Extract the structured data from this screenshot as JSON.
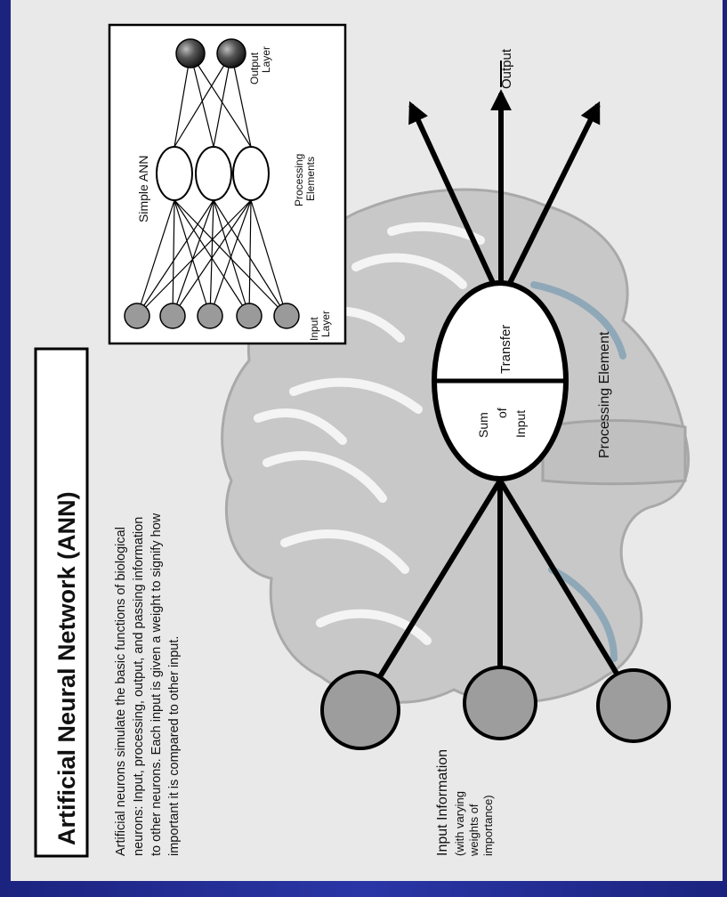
{
  "title": "Artificial Neural Network (ANN)",
  "description_lines": [
    "Artificial neurons simulate the basic functions of biological",
    "neurons: Input, processing, output, and passing information",
    "to other neurons. Each input is given a weight to signify how",
    "important it is compared to other input."
  ],
  "inset": {
    "title": "Simple ANN",
    "output_label": [
      "Output",
      "Layer"
    ],
    "processing_label": [
      "Processing",
      "Elements"
    ],
    "input_label": [
      "Input",
      "Layer"
    ]
  },
  "processing_element": {
    "sum_label": [
      "Sum",
      "of",
      "Input"
    ],
    "transfer_label": "Transfer",
    "caption": "Processing Element"
  },
  "output_label": "Output",
  "input_info_label": [
    "Input Information",
    "(with varying",
    "weights of",
    "importance)"
  ],
  "colors": {
    "background_frame": "#1f2a8c",
    "panel": "#e9e9e9",
    "brain_fill": "#c7c7c7",
    "brain_light": "#f3f3f3",
    "node_gray": "#9a9a9a"
  }
}
